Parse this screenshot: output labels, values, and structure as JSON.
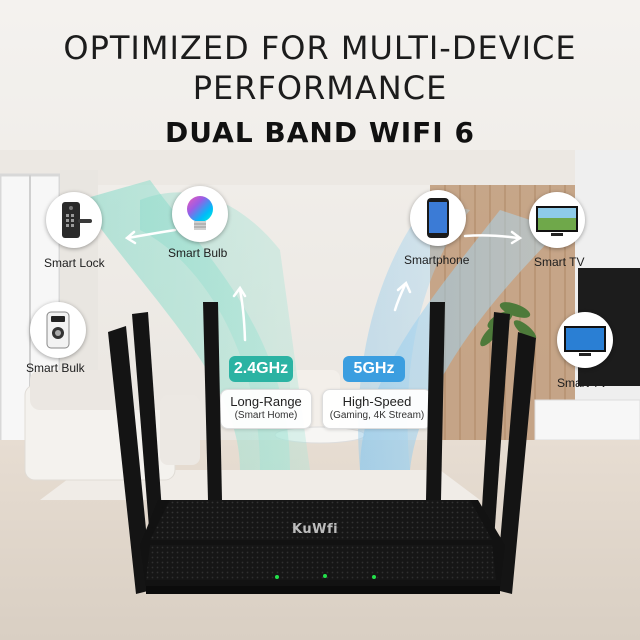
{
  "headline": {
    "line1": "OPTIMIZED FOR MULTI-DEVICE",
    "line2": "PERFORMANCE",
    "subtitle": "DUAL BAND WIFI 6"
  },
  "bands": [
    {
      "freq": "2.4GHz",
      "mode": "Long-Range",
      "use": "(Smart Home)",
      "color": "#2bb3a3"
    },
    {
      "freq": "5GHz",
      "mode": "High-Speed",
      "use": "(Gaming, 4K Stream)",
      "color": "#3b9ee0"
    }
  ],
  "devices": {
    "smart_lock": "Smart Lock",
    "smart_bulb": "Smart Bulb",
    "smart_bulk": "Smart Bulk",
    "smartphone": "Smartphone",
    "smart_tv_1": "Smart TV",
    "smart_tv_2": "Smart TV"
  },
  "router": {
    "brand": "KuWfi"
  },
  "icons": [
    "smart-lock-icon",
    "smart-bulb-icon",
    "smart-doorbell-icon",
    "smartphone-icon",
    "smart-tv-icon",
    "router-icon"
  ]
}
